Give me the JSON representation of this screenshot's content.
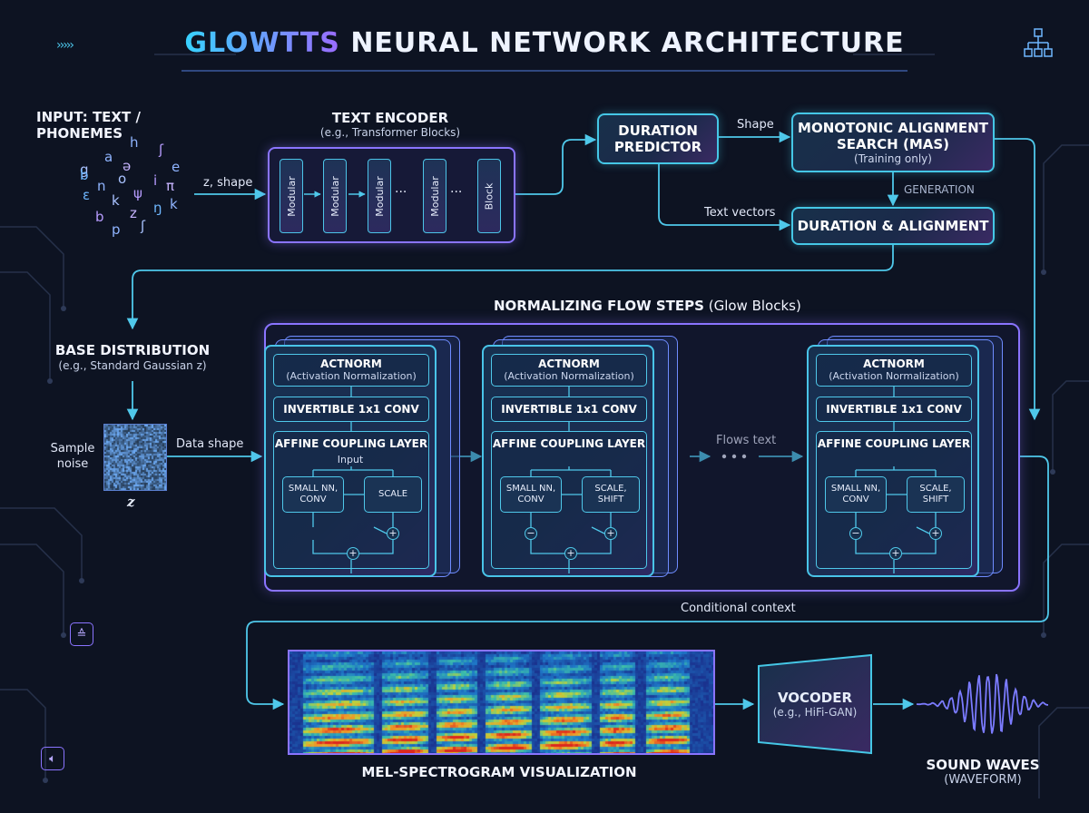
{
  "title": {
    "highlight": "GLOWTTS",
    "rest": " NEURAL NETWORK ARCHITECTURE"
  },
  "input": {
    "heading": "INPUT: TEXT / PHONEMES",
    "phonemes": [
      "h",
      "ʃ",
      "a",
      "g",
      "ə",
      "e",
      "b",
      "i",
      "π",
      "n",
      "o",
      "ε",
      "ψ",
      "k",
      "k",
      "z",
      "ŋ",
      "b",
      "p",
      "ʃ"
    ]
  },
  "edges": {
    "z_shape": "z, shape",
    "shape": "Shape",
    "generation": "GENERATION",
    "text_vectors": "Text vectors",
    "data_shape": "Data shape",
    "flows_text": "Flows text",
    "conditional_context": "Conditional context",
    "sample_noise": "Sample\nnoise",
    "z_label": "z"
  },
  "encoder": {
    "heading": "TEXT ENCODER",
    "sub": "(e.g., Transformer Blocks)",
    "modules": [
      "Modular",
      "Modular",
      "Modular",
      "···",
      "Modular",
      "···",
      "Block"
    ]
  },
  "duration_predictor": {
    "line1": "DURATION",
    "line2": "PREDICTOR"
  },
  "mas": {
    "line1": "MONOTONIC ALIGNMENT",
    "line2": "SEARCH (MAS)",
    "sub": "(Training only)"
  },
  "duration_alignment": {
    "label": "DURATION & ALIGNMENT"
  },
  "base": {
    "heading": "BASE DISTRIBUTION",
    "sub": "(e.g., Standard Gaussian z)"
  },
  "flow": {
    "heading_bold": "NORMALIZING FLOW STEPS",
    "heading_rest": " (Glow Blocks)",
    "blocks": [
      {
        "actnorm": "ACTNORM",
        "actnorm_sub": "(Activation Normalization)",
        "conv": "INVERTIBLE 1x1 CONV",
        "coupling": "AFFINE COUPLING LAYER",
        "input": "Input",
        "left": "SMALL NN,\nCONV",
        "right": "SCALE",
        "left_op": "",
        "right_op": "+",
        "bottom_op": "+"
      },
      {
        "actnorm": "ACTNORM",
        "actnorm_sub": "(Activation Normalization)",
        "conv": "INVERTIBLE 1x1 CONV",
        "coupling": "AFFINE COUPLING LAYER",
        "input": "",
        "left": "SMALL NN,\nCONV",
        "right": "SCALE,\nSHIFT",
        "left_op": "−",
        "right_op": "+",
        "bottom_op": "+"
      },
      {
        "actnorm": "ACTNORM",
        "actnorm_sub": "(Activation Normalization)",
        "conv": "INVERTIBLE 1x1 CONV",
        "coupling": "AFFINE COUPLING LAYER",
        "input": "",
        "left": "SMALL NN,\nCONV",
        "right": "SCALE,\nSHIFT",
        "left_op": "−",
        "right_op": "+",
        "bottom_op": "+"
      }
    ]
  },
  "spectrogram": {
    "caption": "MEL-SPECTROGRAM VISUALIZATION"
  },
  "vocoder": {
    "label": "VOCODER",
    "sub": "(e.g., HiFi-GAN)"
  },
  "output": {
    "heading": "SOUND WAVES",
    "sub": "(WAVEFORM)"
  },
  "icons": {
    "top_right": "hierarchy-icon",
    "top_left": "chevrons-icon",
    "left_mid": "stack-icon",
    "left_bottom": "speaker-icon"
  },
  "colors": {
    "cyan": "#45c7e6",
    "purple": "#8a74ff",
    "background": "#0d1322"
  }
}
